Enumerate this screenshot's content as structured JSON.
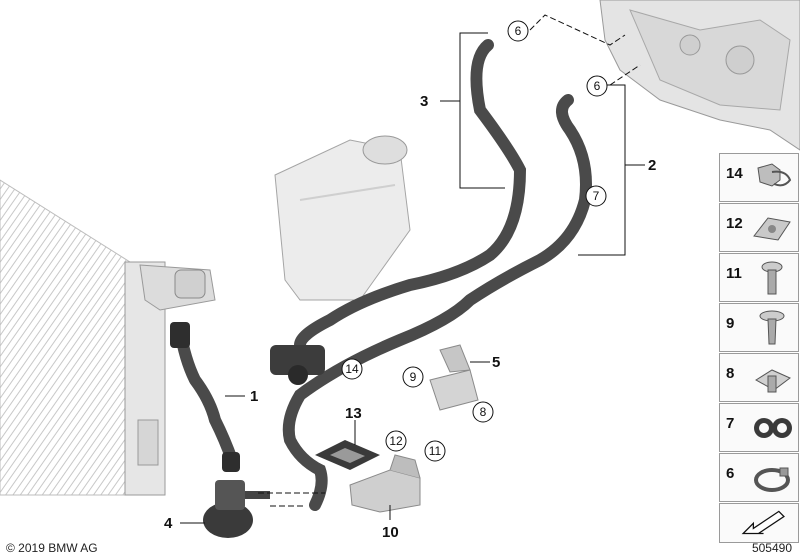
{
  "callouts": {
    "c1": "1",
    "c2": "2",
    "c3": "3",
    "c4": "4",
    "c5": "5",
    "c6a": "6",
    "c6b": "6",
    "c7": "7",
    "c8": "8",
    "c9": "9",
    "c10": "10",
    "c11": "11",
    "c12": "12",
    "c13": "13",
    "c14": "14"
  },
  "legend": [
    {
      "number": "14",
      "icon": "hose-clip-icon"
    },
    {
      "number": "12",
      "icon": "spring-nut-icon"
    },
    {
      "number": "11",
      "icon": "collar-screw-icon"
    },
    {
      "number": "9",
      "icon": "screw-icon"
    },
    {
      "number": "8",
      "icon": "square-nut-icon"
    },
    {
      "number": "7",
      "icon": "double-holder-icon"
    },
    {
      "number": "6",
      "icon": "hose-clamp-icon"
    }
  ],
  "footer": {
    "copyright": "© 2019 BMW AG",
    "diagram_id": "505490"
  },
  "colors": {
    "hose": "#4a4a4a",
    "line": "#111111",
    "part_light": "#d9d9d9",
    "background": "#ffffff"
  }
}
